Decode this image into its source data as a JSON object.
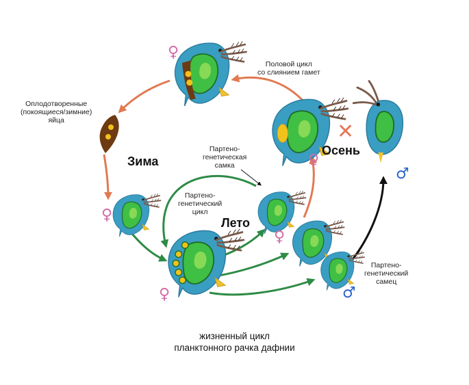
{
  "labels": {
    "sexual_cycle": [
      "Половой цикл",
      "со слиянием гамет"
    ],
    "fertilized_eggs": [
      "Оплодотворенные",
      "(покоящиеся/зимние)",
      "яйца"
    ],
    "parthenogenetic_female": [
      "Партено-",
      "генетическая",
      "самка"
    ],
    "parthenogenetic_cycle": [
      "Партено-",
      "генетический",
      "цикл"
    ],
    "parthenogenetic_male": [
      "Партено-",
      "генетический",
      "самец"
    ]
  },
  "seasons": {
    "winter": "Зима",
    "summer": "Лето",
    "autumn": "Осень"
  },
  "caption": [
    "жизненный цикл",
    "планктонного рачка дафнии"
  ],
  "symbols": {
    "female": "♀",
    "male": "♂",
    "cross": "✕"
  },
  "colors": {
    "sexual_arrow": "#e07a52",
    "parthenogenetic_arrow": "#2e8b46",
    "male_arrow": "#111111",
    "body": "#3a9dc2",
    "gut": "#3fbf44",
    "female_symbol": "#d36ba9",
    "male_symbol": "#2b63c9",
    "egg_case": "#6e3a12",
    "egg": "#f1c21b"
  }
}
